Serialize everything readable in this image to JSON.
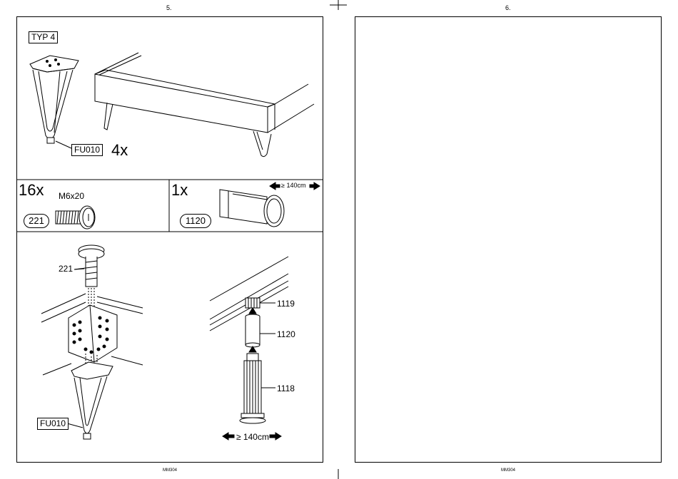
{
  "pages": {
    "left_number": "5.",
    "right_number": "6.",
    "left_footer": "MM304",
    "right_footer": "MM304"
  },
  "header": {
    "type_label": "TYP 4",
    "leg_code": "FU010",
    "leg_quantity": "4x"
  },
  "parts": {
    "screw": {
      "quantity": "16x",
      "size": "M6x20",
      "part_no": "221"
    },
    "tube": {
      "quantity": "1x",
      "part_no": "1120",
      "condition": "≥ 140cm"
    }
  },
  "assembly": {
    "screw_label": "221",
    "leg_code": "FU010",
    "support_labels": {
      "top": "1119",
      "middle": "1120",
      "bottom": "1118"
    },
    "condition": "≥ 140cm"
  }
}
